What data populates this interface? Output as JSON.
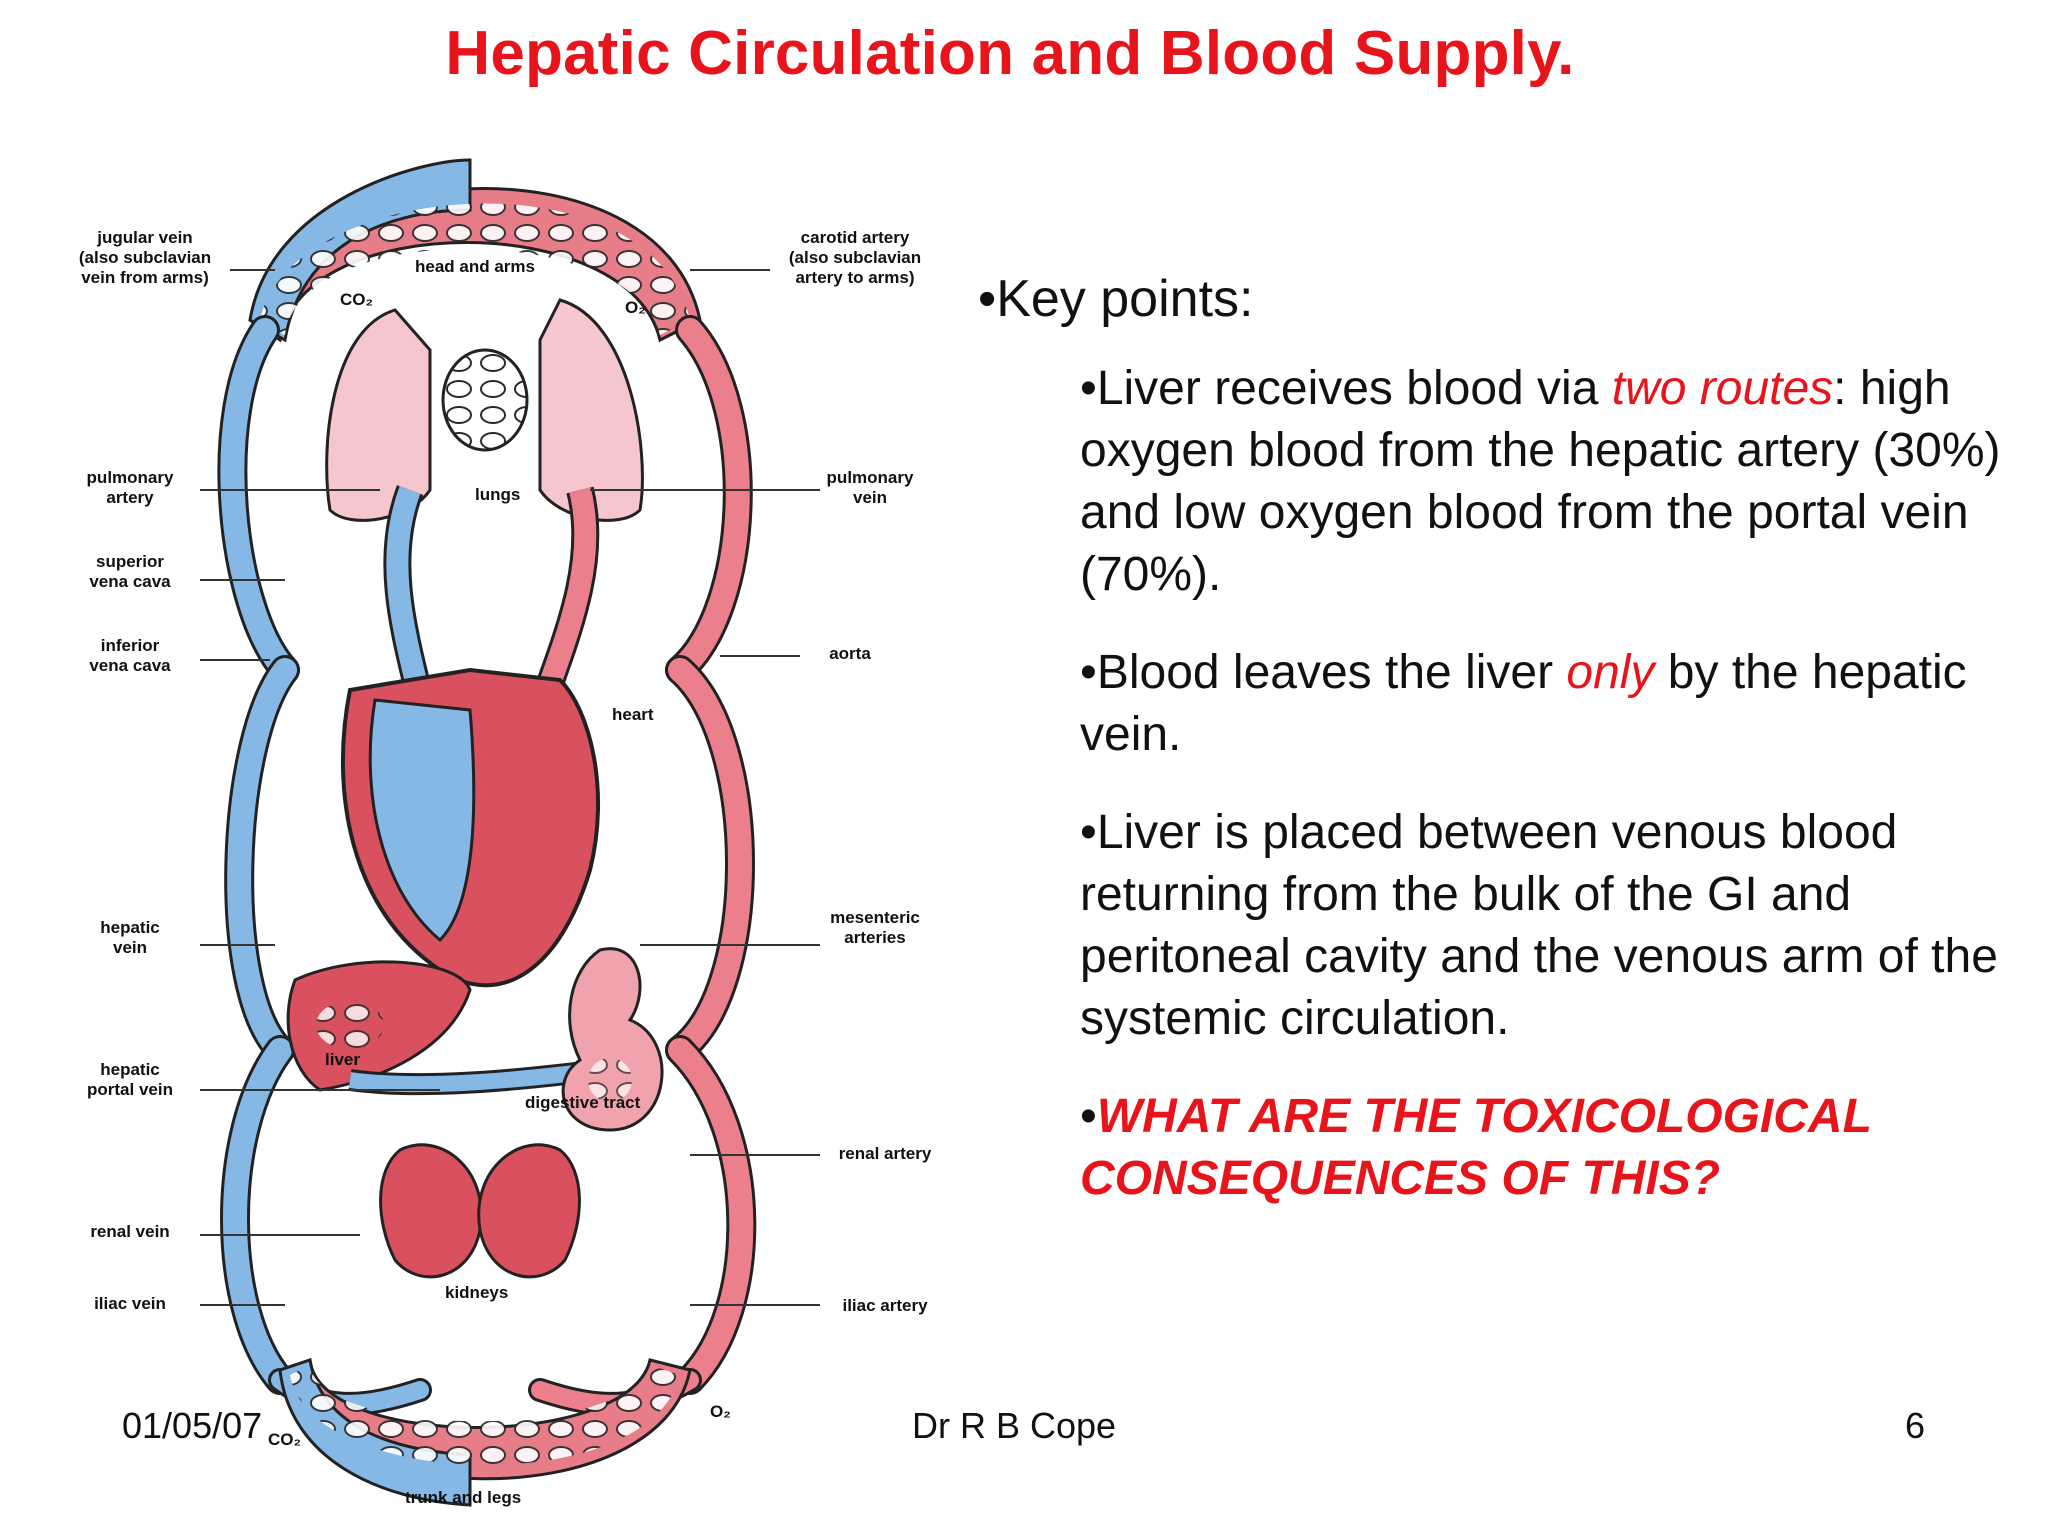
{
  "title": "Hepatic Circulation and Blood Supply.",
  "diagram": {
    "labels_left": [
      "jugular vein\n(also subclavian\nvein from arms)",
      "pulmonary\nartery",
      "superior\nvena cava",
      "inferior\nvena cava",
      "hepatic\nvein",
      "hepatic\nportal vein",
      "renal vein",
      "iliac vein"
    ],
    "labels_right": [
      "carotid artery\n(also subclavian\nartery to arms)",
      "pulmonary\nvein",
      "aorta",
      "mesenteric\narteries",
      "renal artery",
      "iliac artery"
    ],
    "labels_inner": {
      "head_arms": "head and arms",
      "co2_top": "CO₂",
      "o2_top": "O₂",
      "lungs": "lungs",
      "heart": "heart",
      "liver": "liver",
      "digestive": "digestive tract",
      "kidneys": "kidneys",
      "o2_bottom": "O₂",
      "co2_bottom": "CO₂",
      "trunk_legs": "trunk and legs"
    },
    "colors": {
      "vein": "#7fb6e6",
      "artery": "#ec7f8c",
      "organ": "#d9505f"
    }
  },
  "key_points": {
    "heading": "•Key points:",
    "p1_a": "Liver receives blood via ",
    "p1_em": "two routes",
    "p1_b": ": high oxygen blood from the hepatic artery (30%) and low oxygen blood from the portal vein (70%).",
    "p2_a": "Blood leaves the liver ",
    "p2_em": "only",
    "p2_b": " by the hepatic vein.",
    "p3": "Liver is placed between venous blood returning from the bulk of the GI and peritoneal cavity and the venous arm of the systemic circulation.",
    "q": "WHAT ARE THE TOXICOLOGICAL CONSEQUENCES OF THIS?"
  },
  "footer": {
    "date": "01/05/07",
    "author": "Dr R B Cope",
    "page": "6"
  }
}
